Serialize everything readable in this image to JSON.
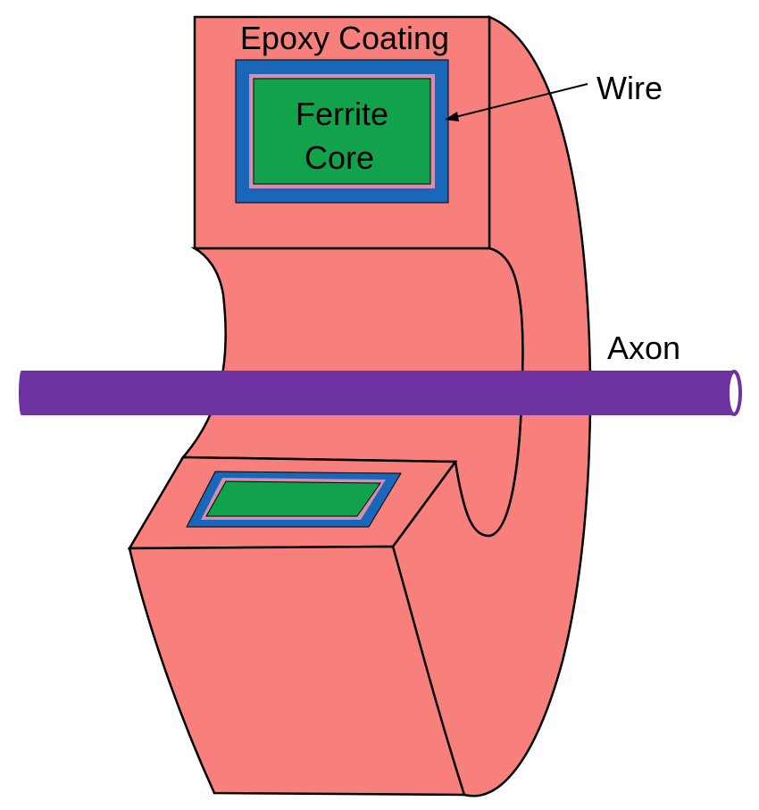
{
  "labels": {
    "epoxy": "Epoxy Coating",
    "core_line1": "Ferrite",
    "core_line2": "Core",
    "wire": "Wire",
    "axon": "Axon"
  },
  "colors": {
    "epoxy": "#f77f7c",
    "wire": "#1a66b8",
    "wire_inner": "#d48fb0",
    "core": "#12a24c",
    "axon": "#6e33a0",
    "outline": "#000000"
  }
}
